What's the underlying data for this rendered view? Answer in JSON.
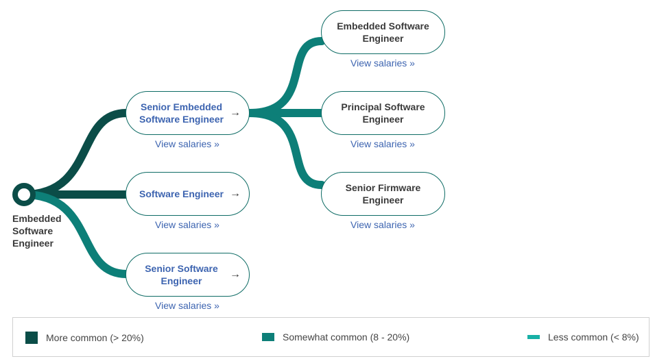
{
  "colors": {
    "more_common": "#0b4d48",
    "somewhat_common": "#0d7f78",
    "less_common": "#18b0a6",
    "link": "#3d64b0"
  },
  "root": {
    "label": "Embedded Software Engineer"
  },
  "level1": [
    {
      "title": "Senior Embedded Software Engineer",
      "arrow": "→",
      "link": "View salaries »",
      "frequency": "more_common"
    },
    {
      "title": "Software Engineer",
      "arrow": "→",
      "link": "View salaries »",
      "frequency": "more_common"
    },
    {
      "title": "Senior Software Engineer",
      "arrow": "→",
      "link": "View salaries »",
      "frequency": "somewhat_common"
    }
  ],
  "level2": [
    {
      "title": "Embedded Software Engineer",
      "link": "View salaries »",
      "frequency": "somewhat_common"
    },
    {
      "title": "Principal Software Engineer",
      "link": "View salaries »",
      "frequency": "somewhat_common"
    },
    {
      "title": "Senior Firmware Engineer",
      "link": "View salaries »",
      "frequency": "somewhat_common"
    }
  ],
  "legend": [
    {
      "label": "More common (> 20%)",
      "key": "more_common"
    },
    {
      "label": "Somewhat common (8 - 20%)",
      "key": "somewhat_common"
    },
    {
      "label": "Less common (< 8%)",
      "key": "less_common"
    }
  ]
}
